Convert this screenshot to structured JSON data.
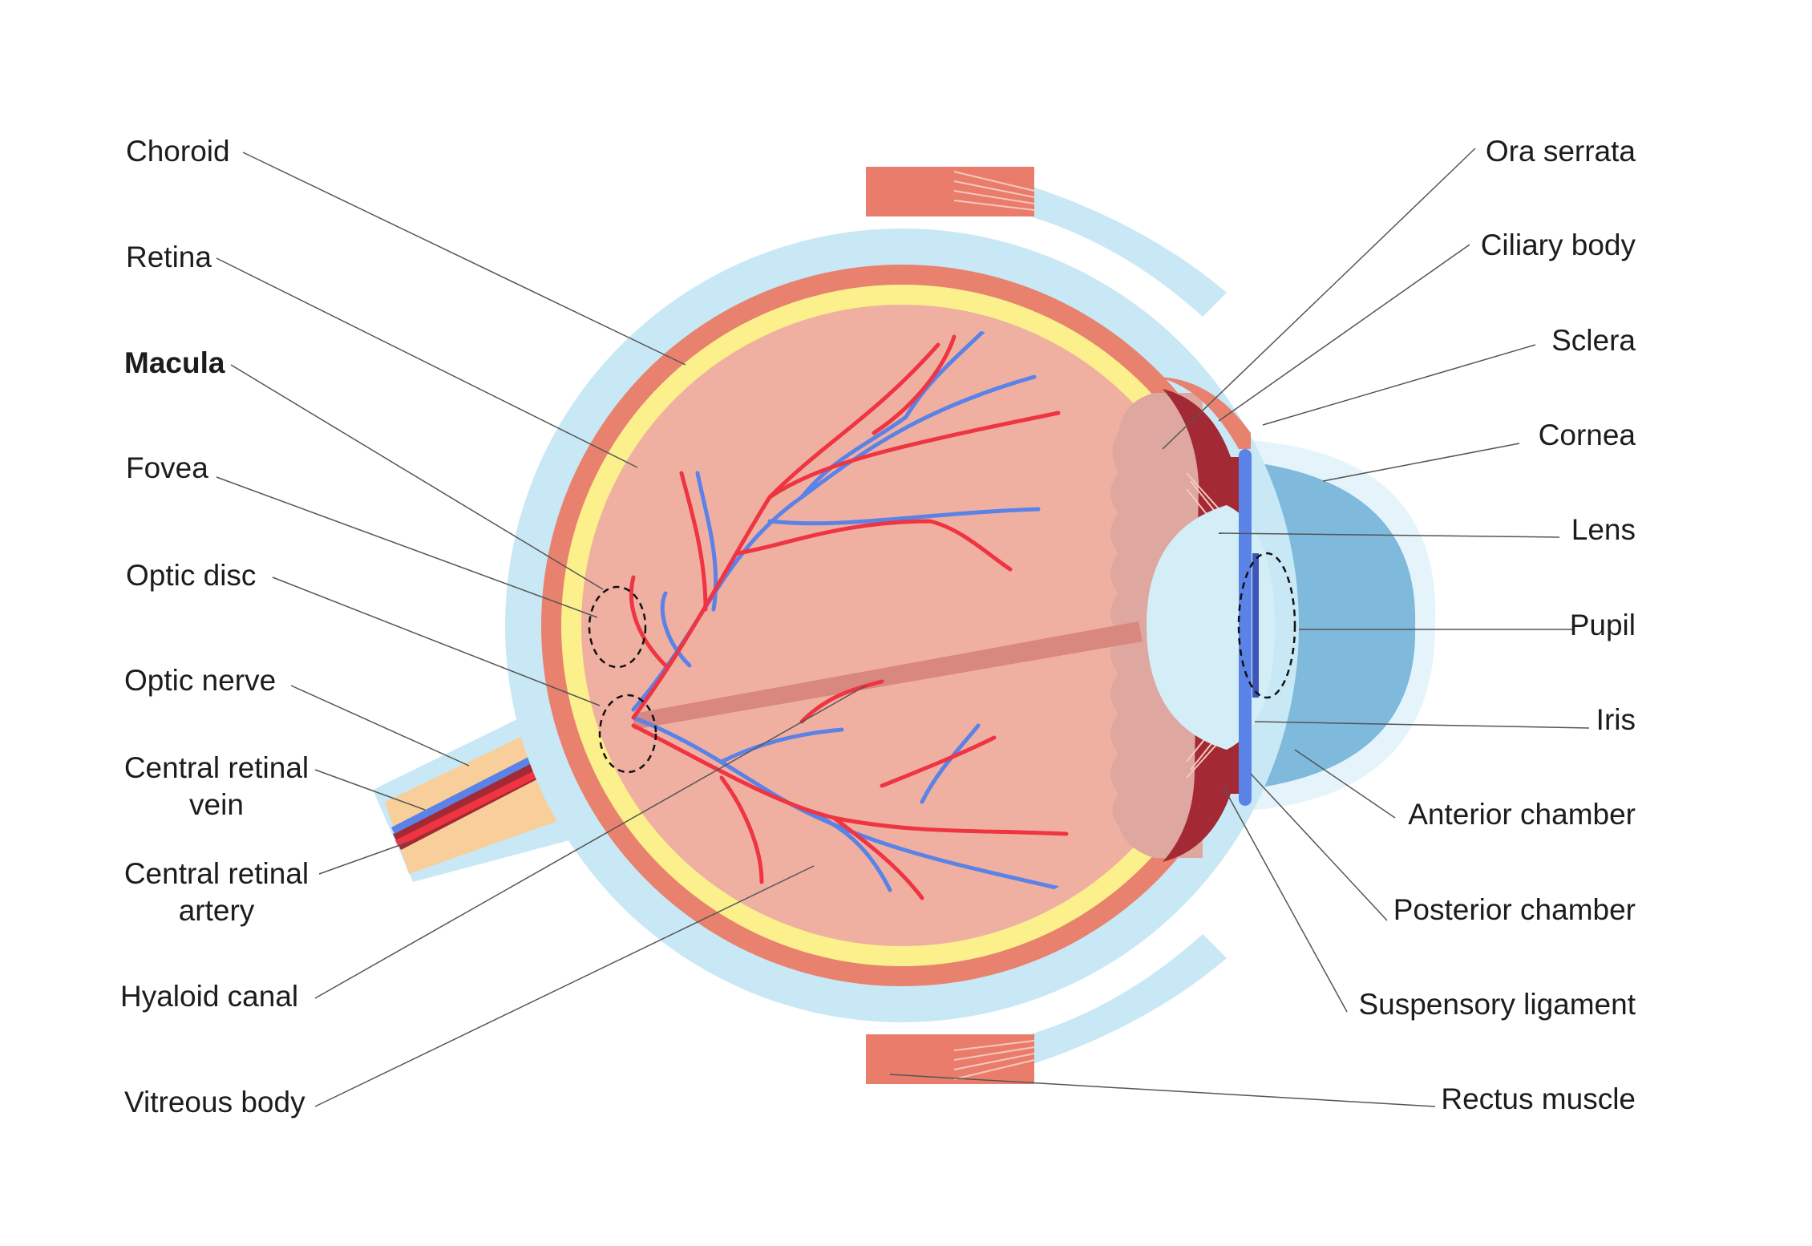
{
  "diagram": {
    "labels": {
      "choroid": "Choroid",
      "retina": "Retina",
      "macula": "Macula",
      "fovea": "Fovea",
      "optic_disc": "Optic disc",
      "optic_nerve": "Optic nerve",
      "central_retinal_vein_1": "Central retinal",
      "central_retinal_vein_2": "vein",
      "central_retinal_artery_1": "Central retinal",
      "central_retinal_artery_2": "artery",
      "hyaloid_canal": "Hyaloid canal",
      "vitreous_body": "Vitreous body",
      "ora_serrata": "Ora serrata",
      "ciliary_body": "Ciliary body",
      "sclera": "Sclera",
      "cornea": "Cornea",
      "lens": "Lens",
      "pupil": "Pupil",
      "iris": "Iris",
      "anterior_chamber": "Anterior chamber",
      "posterior_chamber": "Posterior chamber",
      "suspensory_ligament": "Suspensory ligament",
      "rectus_muscle": "Rectus muscle"
    },
    "colors": {
      "sclera": "#c8e8f6",
      "choroid": "#e8826e",
      "retina": "#fbf08c",
      "vitreous": "#efb0a2",
      "vessel_artery": "#ef3442",
      "vessel_vein": "#5b82e6",
      "lens": "#d3eef7",
      "cornea_outer": "#e5f4fb",
      "anterior_chamber": "#7fb9db",
      "iris": "#4a6fd6",
      "ciliary": "#a32a34",
      "muscle": "#ea7c6b",
      "nerve": "#f8cf9a",
      "leader": "#555555"
    }
  }
}
